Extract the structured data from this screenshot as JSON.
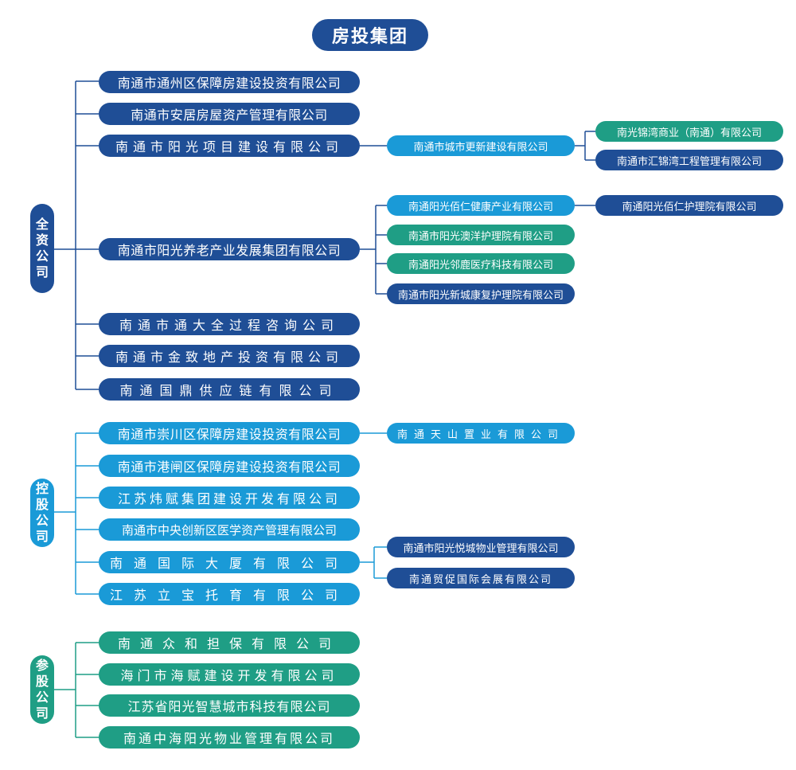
{
  "colors": {
    "navy": "#1f4e96",
    "blue": "#1a9ad7",
    "teal": "#1f9e85"
  },
  "title": "房投集团",
  "wholly_owned": {
    "label": [
      "全",
      "资",
      "公",
      "司"
    ],
    "companies": [
      "南通市通州区保障房建设投资有限公司",
      "南通市安居房屋资产管理有限公司",
      "南通市阳光项目建设有限公司",
      "南通市阳光养老产业发展集团有限公司",
      "南通市通大全过程咨询公司",
      "南通市金致地产投资有限公司",
      "南通国鼎供应链有限公司"
    ],
    "yangguang_project_sub": "南通市城市更新建设有限公司",
    "city_renewal_subs": [
      "南光锦湾商业（南通）有限公司",
      "南通市汇锦湾工程管理有限公司"
    ],
    "elderly_subs": [
      "南通阳光佰仁健康产业有限公司",
      "南通市阳光澳洋护理院有限公司",
      "南通阳光邻鹿医疗科技有限公司",
      "南通市阳光新城康复护理院有限公司"
    ],
    "bairen_sub": "南通阳光佰仁护理院有限公司"
  },
  "holding": {
    "label": [
      "控",
      "股",
      "公",
      "司"
    ],
    "companies": [
      "南通市崇川区保障房建设投资有限公司",
      "南通市港闸区保障房建设投资有限公司",
      "江苏炜赋集团建设开发有限公司",
      "南通市中央创新区医学资产管理有限公司",
      "南通国际大厦有限公司",
      "江苏立宝托育有限公司"
    ],
    "chongchuan_sub": "南通天山置业有限公司",
    "intl_building_subs": [
      "南通市阳光悦城物业管理有限公司",
      "南通贸促国际会展有限公司"
    ]
  },
  "participating": {
    "label": [
      "参",
      "股",
      "公",
      "司"
    ],
    "companies": [
      "南通众和担保有限公司",
      "海门市海赋建设开发有限公司",
      "江苏省阳光智慧城市科技有限公司",
      "南通中海阳光物业管理有限公司"
    ]
  }
}
